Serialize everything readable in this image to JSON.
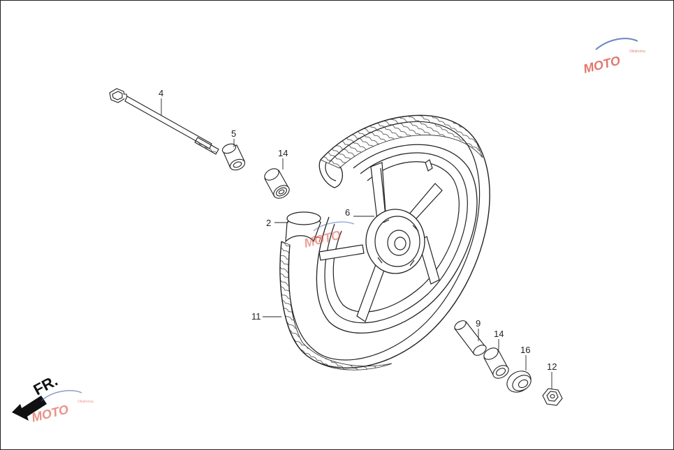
{
  "callouts": {
    "c4": "4",
    "c5": "5",
    "c14a": "14",
    "c2": "2",
    "c6": "6",
    "c11": "11",
    "c9": "9",
    "c14b": "14",
    "c16": "16",
    "c12": "12"
  },
  "direction": {
    "label": "FR."
  },
  "watermark": {
    "text": "MOTO",
    "sub": "Oklahoma"
  },
  "colors": {
    "line": "#222222",
    "watermark_red": "#d94a3a",
    "watermark_blue": "#3a5fa8"
  }
}
